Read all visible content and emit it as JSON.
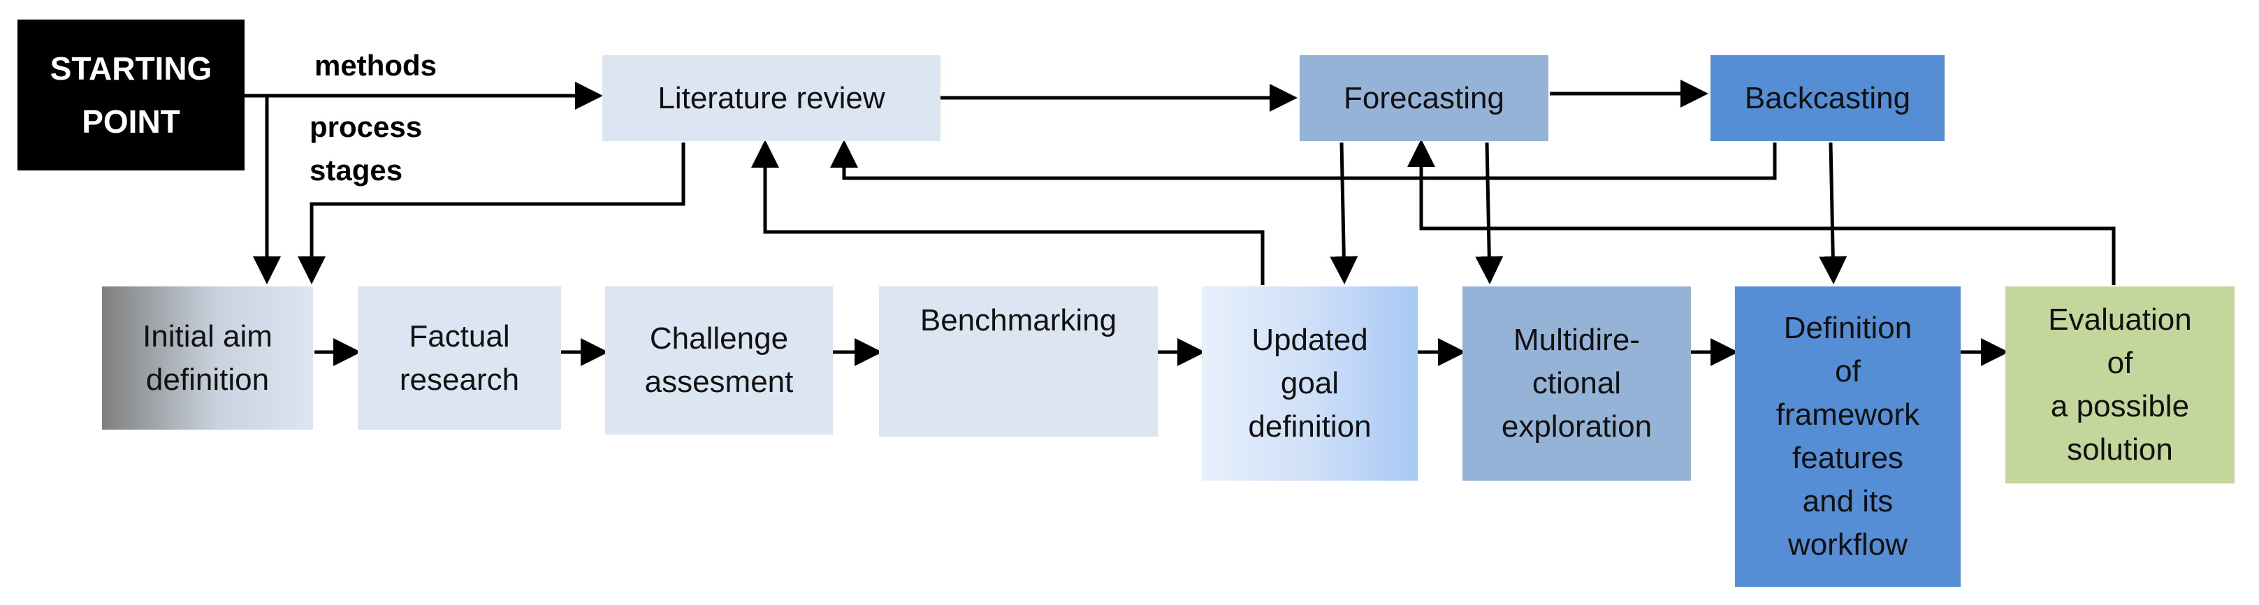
{
  "diagram": {
    "labels": {
      "methods": "methods",
      "process": "process",
      "stages": "stages"
    },
    "nodes": {
      "starting_point": [
        "STARTING",
        "POINT"
      ],
      "literature_review": [
        "Literature review"
      ],
      "forecasting": [
        "Forecasting"
      ],
      "backcasting": [
        "Backcasting"
      ],
      "initial_aim": [
        "Initial aim",
        "definition"
      ],
      "factual_research": [
        "Factual",
        "research"
      ],
      "challenge": [
        "Challenge",
        "assesment"
      ],
      "benchmarking": [
        "Benchmarking"
      ],
      "updated_goal": [
        "Updated",
        "goal",
        "definition"
      ],
      "multidirectional": [
        "Multidire-",
        "ctional",
        "exploration"
      ],
      "framework": [
        "Definition",
        "of",
        "framework",
        "features",
        "and its",
        "workflow"
      ],
      "evaluation": [
        "Evaluation",
        "of",
        "a possible",
        "solution"
      ]
    },
    "colors": {
      "starting_point": "#000000",
      "light_blue": "#dce6f2",
      "mid_blue": "#95b3d7",
      "strong_blue": "#558ed5",
      "green": "#c3d69b",
      "gray_gradient_start": "#7f7f7f",
      "updated_gradient_end": "#a9c8f5",
      "arrow": "#000000"
    }
  }
}
